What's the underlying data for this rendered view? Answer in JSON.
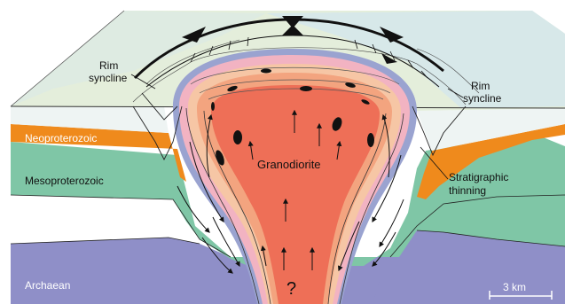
{
  "labels": {
    "rim_syncline_left_1": "Rim",
    "rim_syncline_left_2": "syncline",
    "rim_syncline_right_1": "Rim",
    "rim_syncline_right_2": "syncline",
    "neoproterozoic": "Neoproterozoic",
    "mesoproterozoic": "Mesoproterozoic",
    "archaean": "Archaean",
    "granodiorite": "Granodiorite",
    "stratigraphic_1": "Stratigraphic",
    "stratigraphic_2": "thinning",
    "question": "?",
    "scale": "3 km"
  },
  "colors": {
    "surface_top": "#e8f0dd",
    "surface_blue": "#cfe3ee",
    "neoproterozoic": "#ef8a1c",
    "mesoproterozoic": "#7fc6a6",
    "archaean": "#8f8fc8",
    "granodiorite": "#ee6f57",
    "aureole_inner": "#f3a47f",
    "aureole_outer": "#f6c6a5",
    "pink_shell": "#f2b3c2",
    "xenolith": "#111111"
  }
}
